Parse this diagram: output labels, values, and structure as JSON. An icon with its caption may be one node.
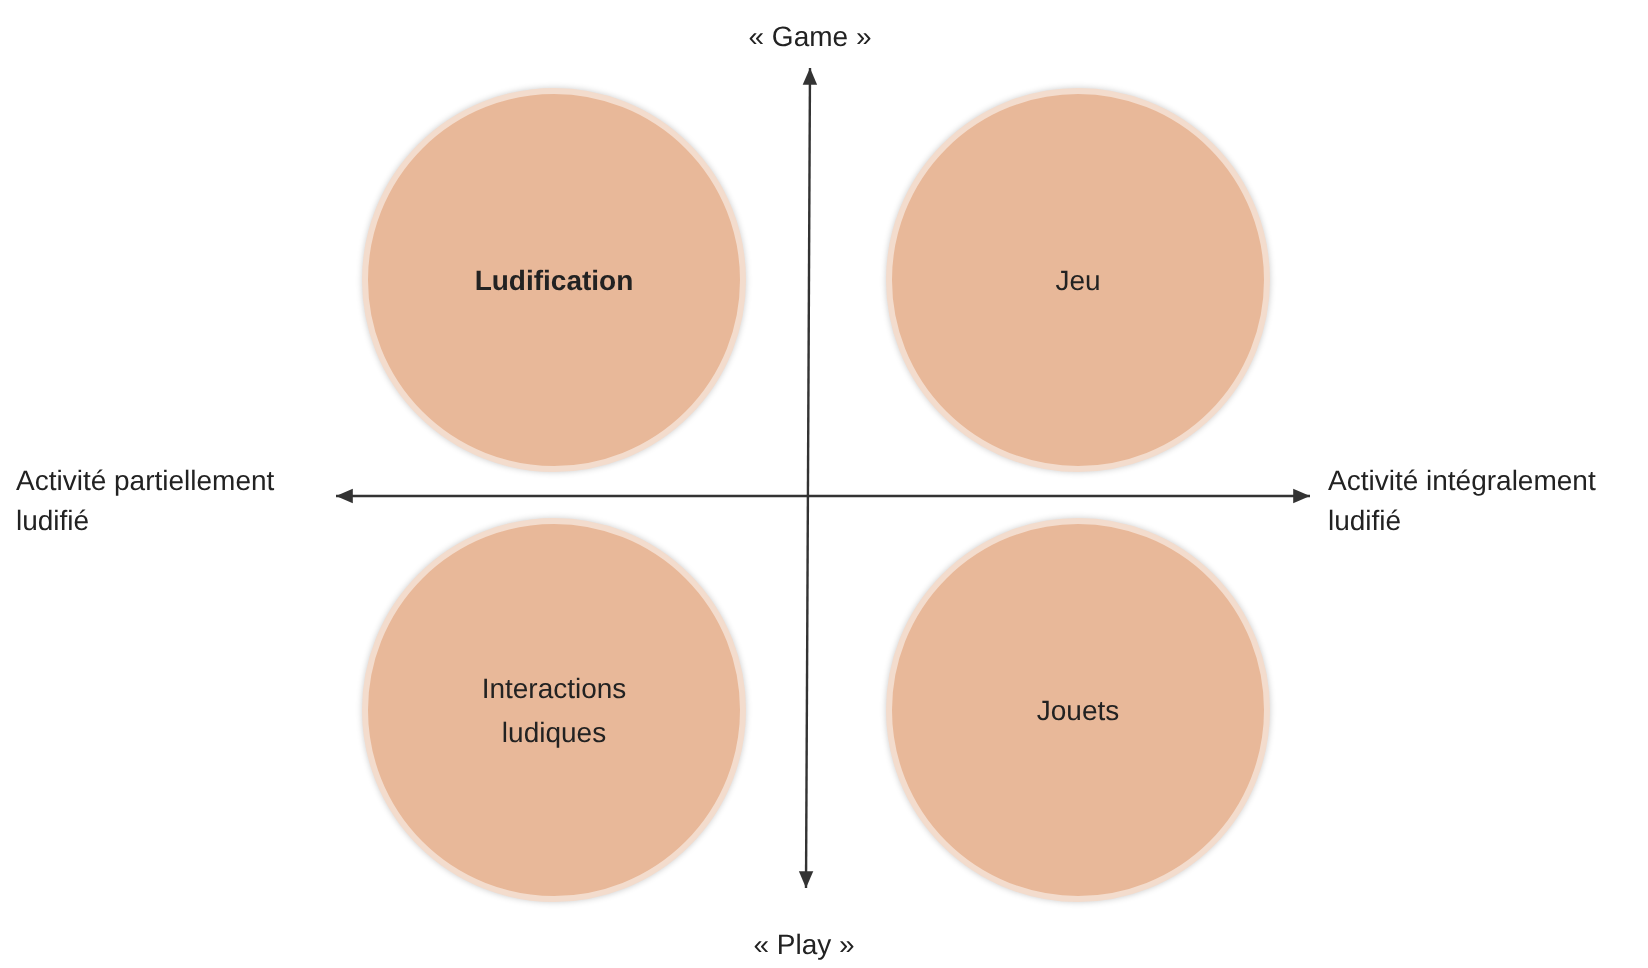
{
  "diagram": {
    "nodes": [
      {
        "text": [
          "Ludification"
        ]
      },
      {
        "text": [
          "Jeu"
        ]
      },
      {
        "text": [
          "Interactions ludiques"
        ]
      },
      {
        "text": [
          "Jouets"
        ]
      }
    ],
    "labels": [
      "« Game »",
      "Activité partiellement ludifié",
      "Activité intégralement ludifié",
      "« Play »"
    ]
  }
}
